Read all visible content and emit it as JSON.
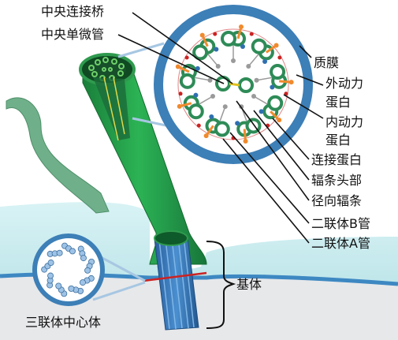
{
  "labels": {
    "central_bridge": "中央连接桥",
    "central_microtubule": "中央单微管",
    "plasma_membrane": "质膜",
    "outer_dynein_line1": "外动力",
    "outer_dynein_line2": "蛋白",
    "inner_dynein_line1": "内动力",
    "inner_dynein_line2": "蛋白",
    "nexin": "连接蛋白",
    "radial_spoke_head": "辐条头部",
    "radial_spoke": "径向辐条",
    "doublet_b": "二联体B管",
    "doublet_a": "二联体A管",
    "basal_body": "基体",
    "triplet_centriole": "三联体中心体"
  },
  "colors": {
    "membrane_blue": "#3d7fb7",
    "microtubule_green": "#2e8b57",
    "cilium_green": "#23a04a",
    "cytoplasm_teal": "#c8ecef",
    "basal_body_blue": "#2f6fb0",
    "dynein_orange": "#f08a2c",
    "crosssection_red": "#cc2222",
    "spoke_gray": "#9a9a9a"
  }
}
